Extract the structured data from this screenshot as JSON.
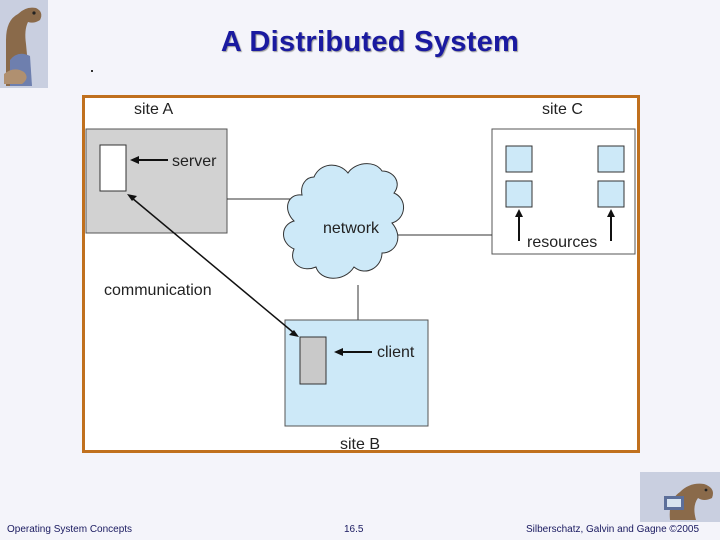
{
  "slide": {
    "title": "A Distributed System"
  },
  "diagram": {
    "site_a_label": "site A",
    "site_b_label": "site B",
    "site_c_label": "site C",
    "server_label": "server",
    "client_label": "client",
    "network_label": "network",
    "resources_label": "resources",
    "communication_label": "communication"
  },
  "footer": {
    "left": "Operating System Concepts",
    "center": "16.5",
    "right": "Silberschatz, Galvin and Gagne ©2005"
  },
  "colors": {
    "frame": "#c0701e",
    "site_a_fill": "#d2d2d2",
    "light_blue_fill": "#cde9f8",
    "title": "#1a1aa0"
  }
}
